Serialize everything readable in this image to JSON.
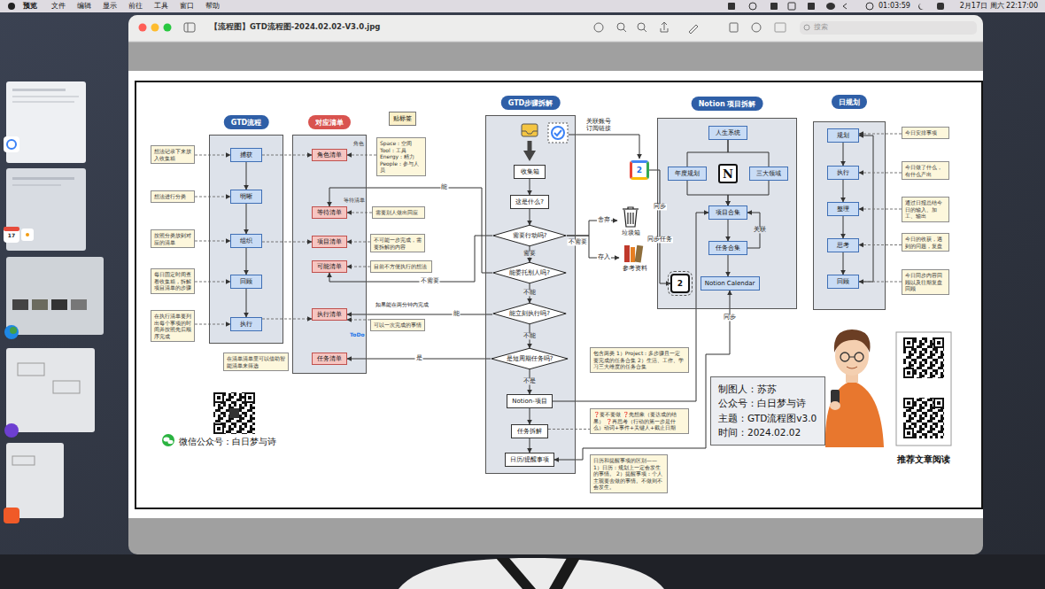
{
  "diagram": {
    "nodes": [
      {
        "text": [
          "GTD流程"
        ]
      },
      {
        "text": [
          "捕获"
        ],
        "in": 0
      },
      {
        "text": [
          "明晰"
        ],
        "in": 0
      },
      {
        "text": [
          "组织"
        ],
        "in": 0
      },
      {
        "text": [
          "回顾"
        ],
        "in": 0
      },
      {
        "text": [
          "执行"
        ],
        "in": 0
      },
      {
        "text": [
          "想法记录下来放入收集箱"
        ]
      },
      {
        "text": [
          "想法进行分类"
        ]
      },
      {
        "text": [
          "按照分类放到对应的清单"
        ]
      },
      {
        "text": [
          "每日固定时间查看收集箱，拆解项目清单的步骤"
        ]
      },
      {
        "text": [
          "在执行清单要列出每个事项的时间并按照先后顺序完成"
        ]
      },
      {
        "text": [
          "对应清单"
        ]
      },
      {
        "text": [
          "角色清单"
        ],
        "in": 11
      },
      {
        "text": [
          "等待清单"
        ],
        "in": 11
      },
      {
        "text": [
          "项目清单"
        ],
        "in": 11
      },
      {
        "text": [
          "可能清单"
        ],
        "in": 11
      },
      {
        "text": [
          "执行清单"
        ],
        "in": 11
      },
      {
        "text": [
          "任务清单"
        ],
        "in": 11
      },
      {
        "text": [
          "贴标签"
        ]
      },
      {
        "text": [
          "Space：空间 Tool：工具 Energy：精力 People：参与人员"
        ]
      },
      {
        "text": [
          "需要别人做出回应"
        ]
      },
      {
        "text": [
          "不可能一步完成，需要拆解的内容"
        ]
      },
      {
        "text": [
          "目前不方便执行的想法"
        ]
      },
      {
        "text": [
          "可以一次完成的事情"
        ]
      },
      {
        "text": [
          "在清单清单里可以借助智能清单来筛选"
        ]
      },
      {
        "text": [
          "GTD步骤拆解"
        ]
      },
      {
        "text": [
          "收集箱"
        ],
        "in": 25
      },
      {
        "text": [
          "这是什么?"
        ],
        "in": 25
      },
      {
        "text": [
          "需要行动吗?"
        ],
        "in": 25
      },
      {
        "text": [
          "能委托别人吗?"
        ],
        "in": 25
      },
      {
        "text": [
          "能立刻执行吗?"
        ],
        "in": 25
      },
      {
        "text": [
          "是短周期任务吗?"
        ],
        "in": 25
      },
      {
        "text": [
          "Notion-项目"
        ],
        "in": 25
      },
      {
        "text": [
          "任务拆解"
        ],
        "in": 25
      },
      {
        "text": [
          "日历/提醒事项"
        ],
        "in": 25
      },
      {
        "text": [
          "垃圾箱"
        ]
      },
      {
        "text": [
          "参考资料"
        ]
      },
      {
        "text": [
          "2"
        ]
      },
      {
        "text": [
          "包含两类 1）Project：多步骤且一定要完成的任务合集 2）生活、工作、学习三大维度的任务合集"
        ]
      },
      {
        "text": [
          "❓要不要做 ❓先想象（要达成的结果） ❓再思考（行动的第一步是什么）动词+事件+关键人+截止日期"
        ]
      },
      {
        "text": [
          "日历和提醒事项的区别—— 1）日历：规划上一定会发生的事情。 2）提醒事项：个人主观要去做的事情。不做则不会发生。"
        ]
      },
      {
        "text": [
          "Notion 项目拆解"
        ]
      },
      {
        "text": [
          "人生系统"
        ],
        "in": 41
      },
      {
        "text": [
          "年度规划"
        ],
        "in": 41
      },
      {
        "text": [
          "N"
        ],
        "in": 41
      },
      {
        "text": [
          "三大领域"
        ],
        "in": 41
      },
      {
        "text": [
          "项目合集"
        ],
        "in": 41
      },
      {
        "text": [
          "任务合集"
        ],
        "in": 41
      },
      {
        "text": [
          "2"
        ],
        "in": 41
      },
      {
        "text": [
          "Notion Calendar"
        ],
        "in": 41
      },
      {
        "text": [
          "日规划"
        ]
      },
      {
        "text": [
          "规划"
        ],
        "in": 50
      },
      {
        "text": [
          "执行"
        ],
        "in": 50
      },
      {
        "text": [
          "整理"
        ],
        "in": 50
      },
      {
        "text": [
          "思考"
        ],
        "in": 50
      },
      {
        "text": [
          "回顾"
        ],
        "in": 50
      },
      {
        "text": [
          "今日安排事项"
        ]
      },
      {
        "text": [
          "今日做了什么，有什么产出"
        ]
      },
      {
        "text": [
          "通过日报总结今日的输入、加工、输出"
        ]
      },
      {
        "text": [
          "今日的收获，遇到的问题，复盘"
        ]
      },
      {
        "text": [
          "今日同步内容回顾以及往期复盘回顾"
        ]
      },
      {
        "text": [
          "制图人：苏苏",
          "公众号：白日梦与诗",
          "主题：GTD流程图v3.0",
          "时间：2024.02.02"
        ]
      }
    ],
    "edges": [
      {
        "from": 1,
        "to": 2,
        "arrow": "to"
      },
      {
        "from": 2,
        "to": 3,
        "arrow": "to"
      },
      {
        "from": 3,
        "to": 4,
        "arrow": "to"
      },
      {
        "from": 4,
        "to": 5,
        "arrow": "to"
      },
      {
        "from": 6,
        "to": 1,
        "arrow": "to"
      },
      {
        "from": 7,
        "to": 2,
        "arrow": "to"
      },
      {
        "from": 8,
        "to": 3,
        "arrow": "to"
      },
      {
        "from": 9,
        "to": 4,
        "arrow": "to"
      },
      {
        "from": 10,
        "to": 5,
        "arrow": "to"
      },
      {
        "from": 1,
        "to": 12,
        "arrow": "to"
      },
      {
        "from": 3,
        "to": 14,
        "arrow": "to"
      },
      {
        "from": 5,
        "to": 16,
        "arrow": "to"
      },
      {
        "from": 19,
        "to": 12,
        "arrow": "to"
      },
      {
        "from": 20,
        "to": 13,
        "arrow": "to"
      },
      {
        "from": 21,
        "to": 14,
        "arrow": "to"
      },
      {
        "from": 22,
        "to": 15,
        "arrow": "to"
      },
      {
        "from": 23,
        "to": 16,
        "arrow": "to"
      },
      {
        "from": 26,
        "to": 27,
        "arrow": "to"
      },
      {
        "from": 27,
        "to": 28,
        "arrow": "to"
      },
      {
        "from": 28,
        "to": 29,
        "arrow": "to",
        "label": "需要"
      },
      {
        "from": 29,
        "to": 30,
        "arrow": "to",
        "label": "不能"
      },
      {
        "from": 30,
        "to": 31,
        "arrow": "to",
        "label": "不能"
      },
      {
        "from": 31,
        "to": 32,
        "arrow": "to",
        "label": "不是"
      },
      {
        "from": 32,
        "to": 33,
        "arrow": "to"
      },
      {
        "from": 33,
        "to": 34,
        "arrow": "to"
      },
      {
        "from": 28,
        "to": 35,
        "arrow": "to",
        "label": "舍弃"
      },
      {
        "from": 28,
        "to": 36,
        "arrow": "to",
        "label": "存入"
      },
      {
        "from": 29,
        "to": 13,
        "arrow": "to",
        "label": "能"
      },
      {
        "from": 28,
        "to": 15,
        "arrow": "to",
        "label": "不需要"
      },
      {
        "from": 30,
        "to": 16,
        "arrow": "to",
        "label": "能"
      },
      {
        "from": 31,
        "to": 17,
        "arrow": "to",
        "label": "是"
      },
      {
        "from": 32,
        "to": 46,
        "arrow": "to"
      },
      {
        "from": 33,
        "to": 39,
        "arrow": "none"
      },
      {
        "from": 34,
        "to": 49,
        "arrow": "both",
        "label": "同步"
      },
      {
        "from": 37,
        "to": 48,
        "arrow": "to",
        "label": "同步任务"
      },
      {
        "from": 42,
        "to": 43,
        "arrow": "none"
      },
      {
        "from": 42,
        "to": 45,
        "arrow": "none"
      },
      {
        "from": 43,
        "to": 46,
        "arrow": "to"
      },
      {
        "from": 45,
        "to": 46,
        "arrow": "to"
      },
      {
        "from": 46,
        "to": 47,
        "arrow": "to"
      },
      {
        "from": 47,
        "to": 49,
        "arrow": "to"
      },
      {
        "from": 47,
        "to": 46,
        "arrow": "to",
        "label": "关联"
      },
      {
        "from": 51,
        "to": 52,
        "arrow": "to"
      },
      {
        "from": 52,
        "to": 53,
        "arrow": "to"
      },
      {
        "from": 53,
        "to": 54,
        "arrow": "to"
      },
      {
        "from": 54,
        "to": 55,
        "arrow": "to"
      },
      {
        "from": 55,
        "to": 51,
        "arrow": "to"
      },
      {
        "from": 56,
        "to": 51,
        "arrow": "to"
      },
      {
        "from": 57,
        "to": 52,
        "arrow": "to"
      },
      {
        "from": 58,
        "to": 53,
        "arrow": "to"
      },
      {
        "from": 59,
        "to": 54,
        "arrow": "to"
      },
      {
        "from": 60,
        "to": 55,
        "arrow": "to"
      }
    ],
    "labels": [
      "预览",
      "文件",
      "编辑",
      "显示",
      "前往",
      "工具",
      "窗口",
      "帮助",
      "01:03:59",
      "2月17日 周六 22:17:00",
      "【流程图】GTD流程图-2024.02.02-V3.0.jpg",
      "搜索",
      "17",
      "角色",
      "等待清单",
      "ToDo",
      "如果能在两分钟内完成",
      "关联账号",
      "订阅链接",
      "同步",
      "不需要",
      "微信公众号：白日梦与诗",
      "推荐文章阅读"
    ]
  }
}
